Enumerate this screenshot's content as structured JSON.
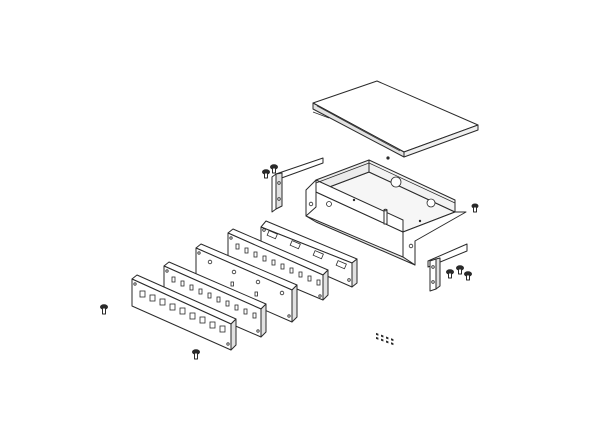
{
  "figure": {
    "type": "exploded-assembly-line-drawing",
    "background": "#ffffff",
    "line_color": "#2a2a2a",
    "face_light": "#ffffff",
    "face_shade": "#e2e2e2",
    "parts": [
      "top-cover",
      "enclosure-chassis",
      "left-mounting-bracket",
      "right-mounting-bracket",
      "front-panel-rear",
      "front-panel-second",
      "front-panel-third",
      "front-panel-front",
      "screw",
      "screw-pair",
      "mounting-screws"
    ]
  }
}
